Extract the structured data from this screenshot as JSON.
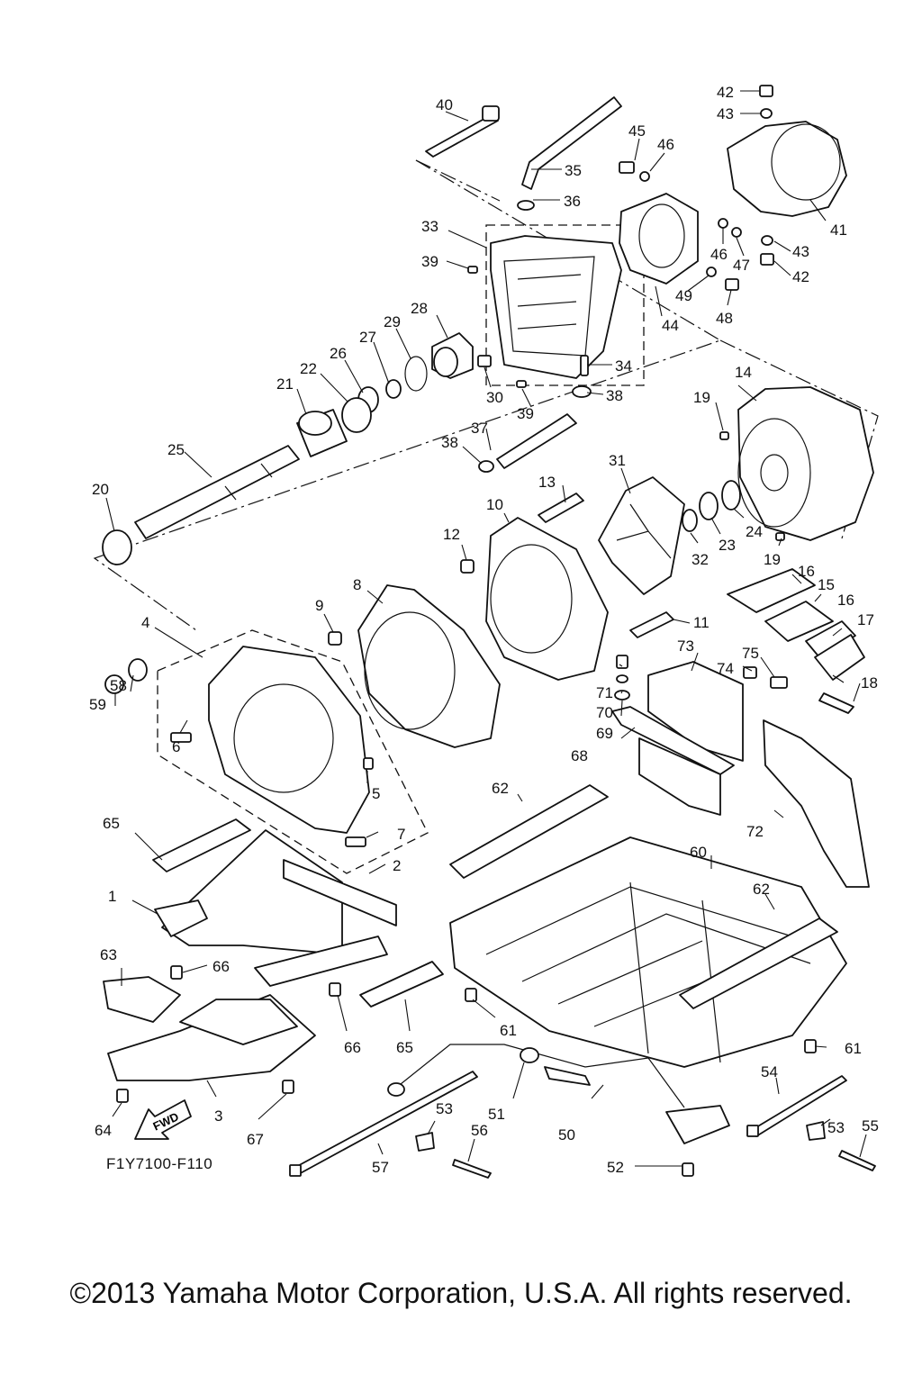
{
  "diagram": {
    "code": "F1Y7100-F110",
    "fwd_label": "FWD",
    "copyright": "©2013 Yamaha Motor Corporation, U.S.A. All rights reserved.",
    "callouts": [
      {
        "id": "c40",
        "text": "40"
      },
      {
        "id": "c42a",
        "text": "42"
      },
      {
        "id": "c43a",
        "text": "43"
      },
      {
        "id": "c45",
        "text": "45"
      },
      {
        "id": "c46a",
        "text": "46"
      },
      {
        "id": "c35",
        "text": "35"
      },
      {
        "id": "c36",
        "text": "36"
      },
      {
        "id": "c33",
        "text": "33"
      },
      {
        "id": "c39a",
        "text": "39"
      },
      {
        "id": "c41",
        "text": "41"
      },
      {
        "id": "c46b",
        "text": "46"
      },
      {
        "id": "c43b",
        "text": "43"
      },
      {
        "id": "c47",
        "text": "47"
      },
      {
        "id": "c42b",
        "text": "42"
      },
      {
        "id": "c49",
        "text": "49"
      },
      {
        "id": "c48",
        "text": "48"
      },
      {
        "id": "c44",
        "text": "44"
      },
      {
        "id": "c28",
        "text": "28"
      },
      {
        "id": "c29",
        "text": "29"
      },
      {
        "id": "c27",
        "text": "27"
      },
      {
        "id": "c26",
        "text": "26"
      },
      {
        "id": "c22",
        "text": "22"
      },
      {
        "id": "c21",
        "text": "21"
      },
      {
        "id": "c34",
        "text": "34"
      },
      {
        "id": "c30",
        "text": "30"
      },
      {
        "id": "c38a",
        "text": "38"
      },
      {
        "id": "c39b",
        "text": "39"
      },
      {
        "id": "c14",
        "text": "14"
      },
      {
        "id": "c19a",
        "text": "19"
      },
      {
        "id": "c37",
        "text": "37"
      },
      {
        "id": "c38b",
        "text": "38"
      },
      {
        "id": "c25",
        "text": "25"
      },
      {
        "id": "c20",
        "text": "20"
      },
      {
        "id": "c31",
        "text": "31"
      },
      {
        "id": "c13",
        "text": "13"
      },
      {
        "id": "c10",
        "text": "10"
      },
      {
        "id": "c24",
        "text": "24"
      },
      {
        "id": "c23",
        "text": "23"
      },
      {
        "id": "c32",
        "text": "32"
      },
      {
        "id": "c19b",
        "text": "19"
      },
      {
        "id": "c12",
        "text": "12"
      },
      {
        "id": "c16a",
        "text": "16"
      },
      {
        "id": "c15",
        "text": "15"
      },
      {
        "id": "c16b",
        "text": "16"
      },
      {
        "id": "c17",
        "text": "17"
      },
      {
        "id": "c9",
        "text": "9"
      },
      {
        "id": "c8",
        "text": "8"
      },
      {
        "id": "c11",
        "text": "11"
      },
      {
        "id": "c4",
        "text": "4"
      },
      {
        "id": "c73",
        "text": "73"
      },
      {
        "id": "c75",
        "text": "75"
      },
      {
        "id": "c74",
        "text": "74"
      },
      {
        "id": "c18",
        "text": "18"
      },
      {
        "id": "c58",
        "text": "58"
      },
      {
        "id": "c59",
        "text": "59"
      },
      {
        "id": "c71",
        "text": "71"
      },
      {
        "id": "c70",
        "text": "70"
      },
      {
        "id": "c69",
        "text": "69"
      },
      {
        "id": "c6",
        "text": "6"
      },
      {
        "id": "c68",
        "text": "68"
      },
      {
        "id": "c5",
        "text": "5"
      },
      {
        "id": "c62a",
        "text": "62"
      },
      {
        "id": "c65a",
        "text": "65"
      },
      {
        "id": "c72",
        "text": "72"
      },
      {
        "id": "c7",
        "text": "7"
      },
      {
        "id": "c2",
        "text": "2"
      },
      {
        "id": "c60",
        "text": "60"
      },
      {
        "id": "c1",
        "text": "1"
      },
      {
        "id": "c62b",
        "text": "62"
      },
      {
        "id": "c63",
        "text": "63"
      },
      {
        "id": "c66a",
        "text": "66"
      },
      {
        "id": "c61a",
        "text": "61"
      },
      {
        "id": "c66b",
        "text": "66"
      },
      {
        "id": "c65b",
        "text": "65"
      },
      {
        "id": "c61b",
        "text": "61"
      },
      {
        "id": "c54",
        "text": "54"
      },
      {
        "id": "c51",
        "text": "51"
      },
      {
        "id": "c3",
        "text": "3"
      },
      {
        "id": "c64",
        "text": "64"
      },
      {
        "id": "c53a",
        "text": "53"
      },
      {
        "id": "c53b",
        "text": "53"
      },
      {
        "id": "c55",
        "text": "55"
      },
      {
        "id": "c56",
        "text": "56"
      },
      {
        "id": "c50",
        "text": "50"
      },
      {
        "id": "c67",
        "text": "67"
      },
      {
        "id": "c57",
        "text": "57"
      },
      {
        "id": "c52",
        "text": "52"
      }
    ]
  }
}
